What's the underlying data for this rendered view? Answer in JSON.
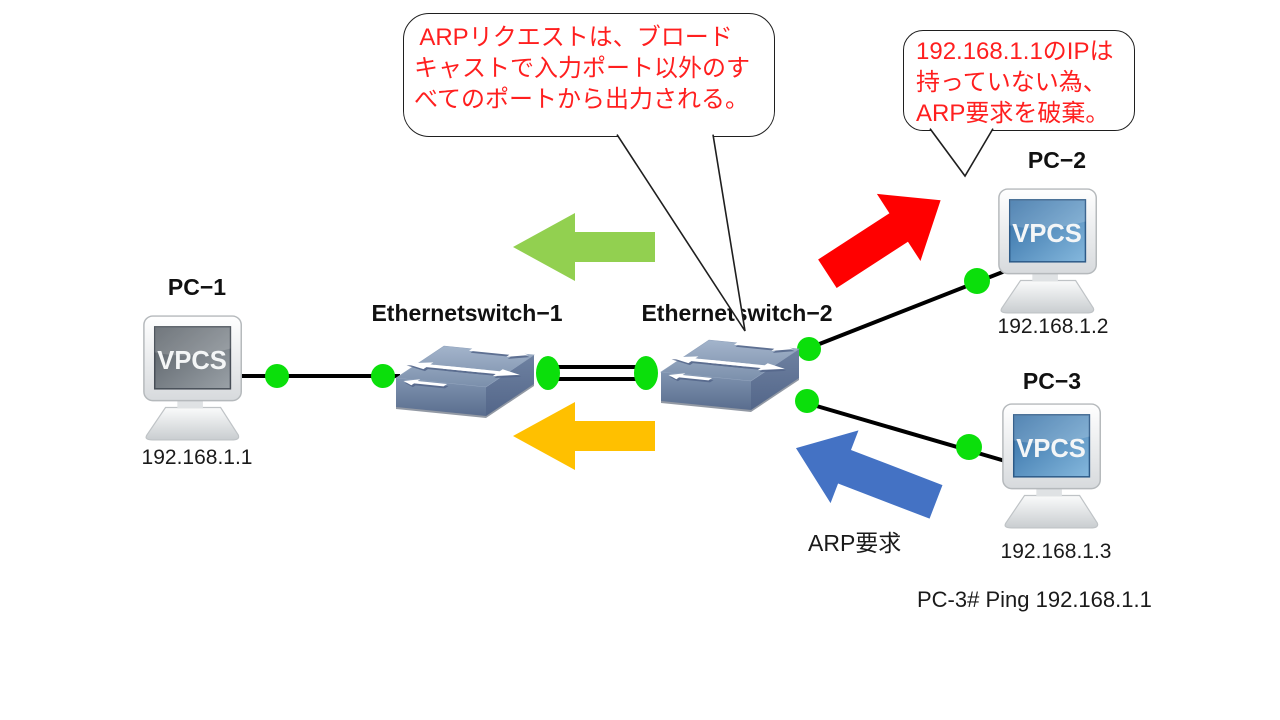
{
  "callout_broadcast": {
    "lines": [
      " ARPリクエストは、ブロード",
      "キャストで入力ポート以外のす",
      "べてのポートから出力される。"
    ]
  },
  "callout_discard": {
    "lines": [
      "192.168.1.1のIPは",
      "持っていない為、",
      "ARP要求を破棄。"
    ]
  },
  "devices": {
    "pc1": {
      "label": "PC−1",
      "ip": "192.168.1.1",
      "screen_text": "VPCS"
    },
    "pc2": {
      "label": "PC−2",
      "ip": "192.168.1.2",
      "screen_text": "VPCS"
    },
    "pc3": {
      "label": "PC−3",
      "ip": "192.168.1.3",
      "screen_text": "VPCS"
    },
    "sw1": {
      "label": "Ethernetswitch−1"
    },
    "sw2": {
      "label": "Ethernetswitch−2"
    }
  },
  "annotations": {
    "arp_request_label": "ARP要求",
    "ping_command": "PC-3# Ping 192.168.1.1"
  },
  "colors": {
    "callout_text": "#ff1f1f",
    "arrow_green": "#92d050",
    "arrow_red": "#ff0000",
    "arrow_orange": "#ffc000",
    "arrow_blue": "#4472c4",
    "link_status_green": "#0bdf0b",
    "link_line": "#000000"
  }
}
